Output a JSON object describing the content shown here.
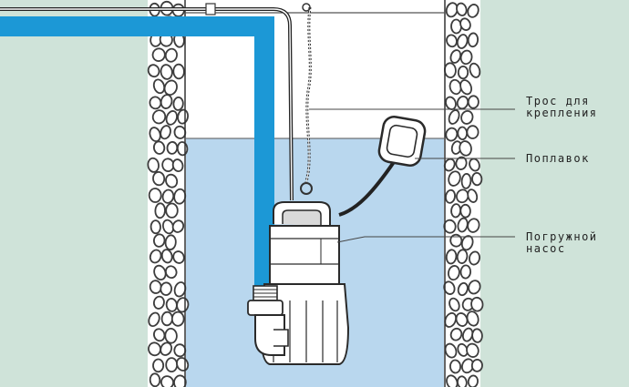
{
  "diagram": {
    "labels": {
      "rope": [
        "Трос для",
        "крепления"
      ],
      "float": "Поплавок",
      "pump": [
        "Погружной",
        "насос"
      ]
    },
    "colors": {
      "background": "#cfe3d9",
      "water": "#b9d7ee",
      "air": "#ffffff",
      "pipe": "#1c98d6",
      "stone_fill": "#ffffff",
      "stone_stroke": "#3d3d3d",
      "pump_body": "#ffffff",
      "outline": "#2a2a2a"
    }
  }
}
